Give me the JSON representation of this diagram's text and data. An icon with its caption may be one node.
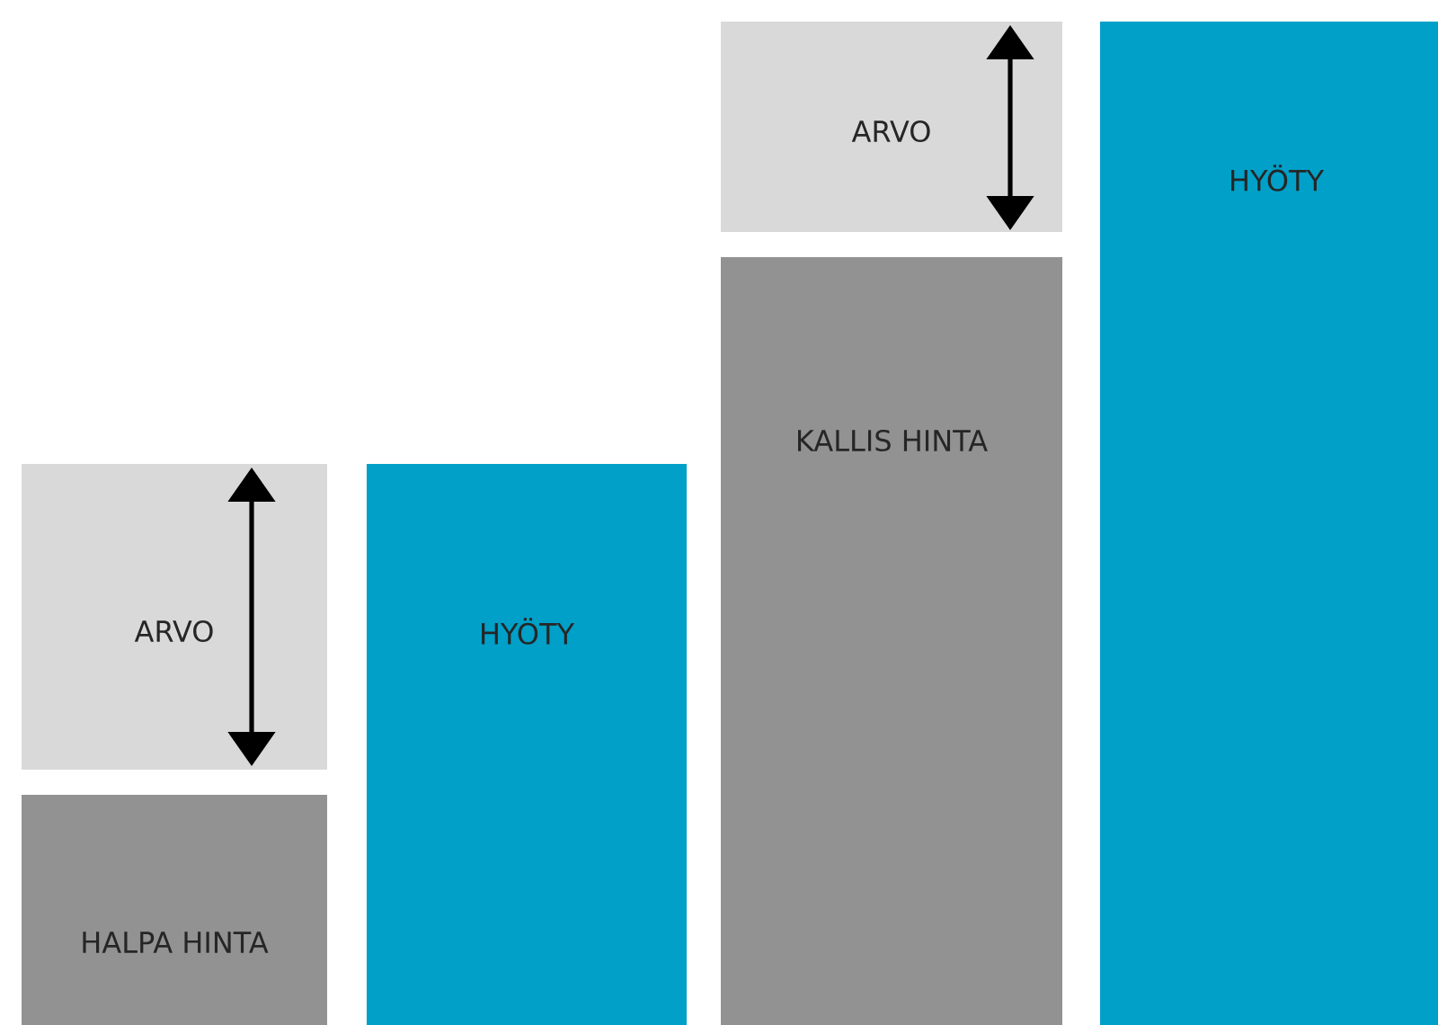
{
  "diagram": {
    "nodes": [
      {
        "text": [
          "ARVO"
        ]
      },
      {
        "text": [
          "HALPA HINTA"
        ]
      },
      {
        "text": [
          "HYÖTY"
        ]
      },
      {
        "text": [
          "ARVO"
        ]
      },
      {
        "text": [
          "KALLIS HINTA"
        ]
      },
      {
        "text": [
          "HYÖTY"
        ]
      }
    ]
  }
}
